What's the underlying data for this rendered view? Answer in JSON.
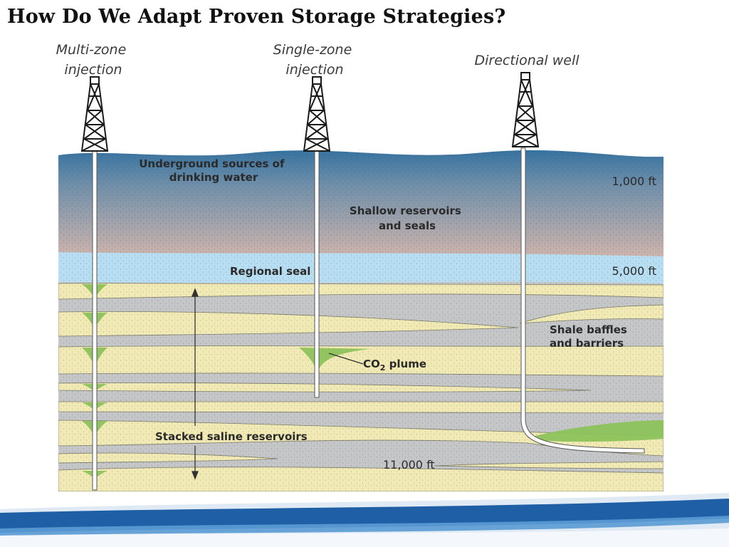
{
  "slide": {
    "title": "How Do We Adapt Proven Storage Strategies?"
  },
  "diagram": {
    "wells": {
      "multi_zone": [
        "Multi-zone",
        "injection"
      ],
      "single_zone": [
        "Single-zone",
        "injection"
      ],
      "directional": "Directional well"
    },
    "layers": {
      "usdw": [
        "Underground sources of",
        "drinking water"
      ],
      "shallow": [
        "Shallow reservoirs",
        "and seals"
      ],
      "regional_seal": "Regional seal",
      "shale": [
        "Shale baffles",
        "and barriers"
      ],
      "co2_prefix": "CO",
      "co2_sub": "2",
      "co2_suffix": " plume",
      "stacked": "Stacked saline reservoirs"
    },
    "depths": {
      "d1000": "1,000 ft",
      "d5000": "5,000 ft",
      "d11000": "11,000 ft"
    },
    "colors": {
      "groundwater": "#3f7fb0",
      "shallow": "#cfb5ae",
      "seal": "#b7def2",
      "sand": "#f2eab4",
      "shale": "#c4c6c8",
      "plume": "#8cc25b"
    }
  }
}
